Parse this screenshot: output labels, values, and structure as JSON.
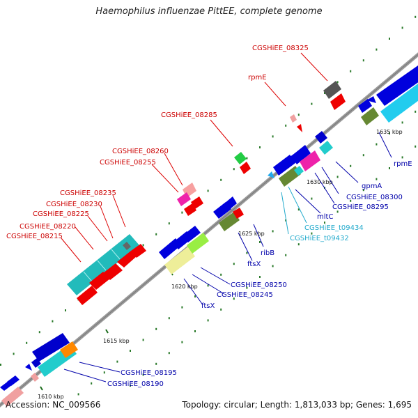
{
  "title": "Haemophilus influenzae PittEE, complete genome",
  "footer": {
    "accession": "Accession: NC_009566",
    "topology": "Topology: circular; Length: 1,813,033 bp; Genes: 1,695"
  },
  "colors": {
    "backbone": "#808080",
    "label_red": "#cc0000",
    "label_blue": "#0000aa",
    "label_cyan": "#22aacc",
    "tick_green": "#1a6b1a"
  },
  "kbp_ticks": [
    "1610 kbp",
    "1615 kbp",
    "1620 kbp",
    "1625 kbp",
    "1630 kbp",
    "1635 kbp"
  ],
  "labels_above": [
    "CGSHiEE_08325",
    "rpmE",
    "CGSHiEE_08285",
    "CGSHiEE_08260",
    "CGSHiEE_08255",
    "CGSHiEE_08235",
    "CGSHiEE_08230",
    "CGSHiEE_08225",
    "CGSHiEE_08220",
    "CGSHiEE_08215"
  ],
  "labels_below": [
    "rpmE",
    "gpmA",
    "CGSHiEE_08300",
    "CGSHiEE_08295",
    "mltC",
    "CGSHiEE_t09434",
    "CGSHiEE_t09432",
    "ribB",
    "ftsX",
    "CGSHiEE_08250",
    "CGSHiEE_08245",
    "ftsX",
    "CGSHiEE_08195",
    "CGSHiEE_08190"
  ]
}
